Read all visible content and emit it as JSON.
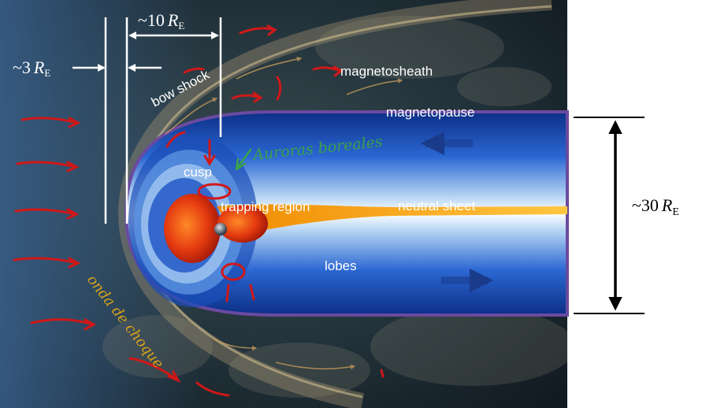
{
  "labels": {
    "magnetosheath": "magnetosheath",
    "magnetopause": "magnetopause",
    "bow_shock": "bow shock",
    "cusp": "cusp",
    "trapping_region": "trapping region",
    "neutral_sheet": "neutral sheet",
    "lobes": "lobes"
  },
  "annotations": {
    "auroras": "Auroras boreales",
    "onda": "onda de choque"
  },
  "dimensions": {
    "tilde": "~",
    "left_num": "3",
    "top_num": "10",
    "right_num": "30",
    "r_symbol": "R",
    "r_subscript": "E"
  },
  "colors": {
    "space": "#1c2a33",
    "field_blue": "#2f6fd0",
    "neutral_sheet": "#f5a000",
    "sun_core": "#e53b10",
    "handwriting_red": "#d01818",
    "handwriting_green": "#3aa24a",
    "handwriting_yellow": "#d9a21a"
  }
}
